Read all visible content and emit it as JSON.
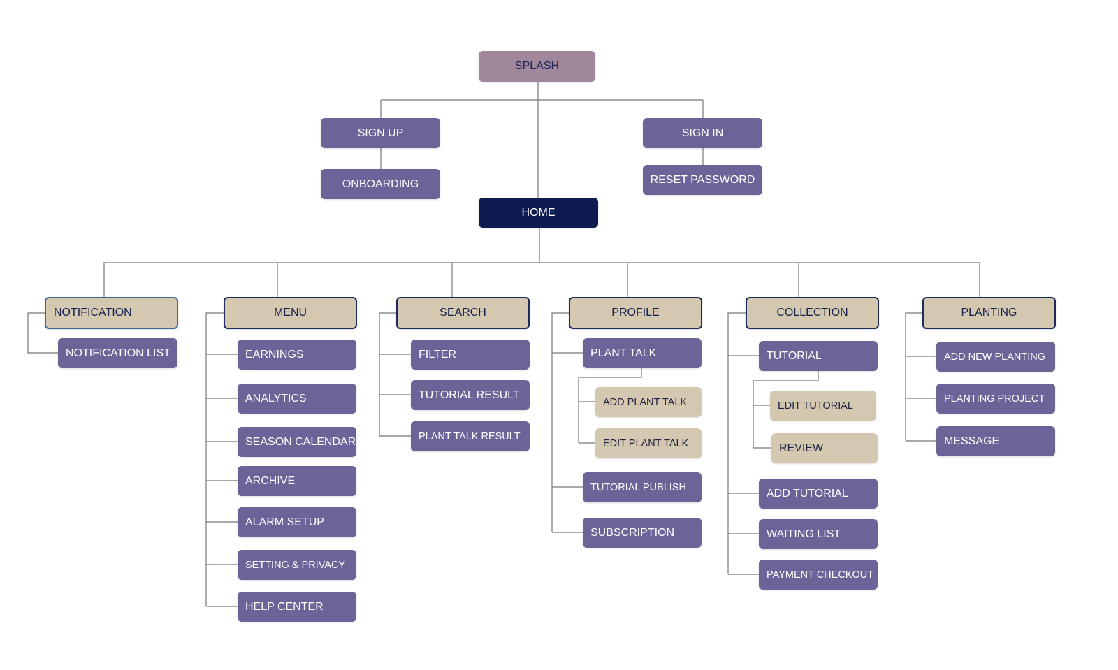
{
  "colors": {
    "splash": "#a1879c",
    "primary": "#6b6499",
    "home": "#0e1b51",
    "section": "#d4c8b0",
    "section_border": "#1d2c5e",
    "connector": "#777777"
  },
  "nodes": {
    "splash": "SPLASH",
    "sign_up": "SIGN UP",
    "onboarding": "ONBOARDING",
    "sign_in": "SIGN IN",
    "reset_password": "RESET PASSWORD",
    "home": "HOME",
    "notification": {
      "title": "NOTIFICATION",
      "items": [
        "NOTIFICATION LIST"
      ]
    },
    "menu": {
      "title": "MENU",
      "items": [
        "EARNINGS",
        "ANALYTICS",
        "SEASON CALENDAR",
        "ARCHIVE",
        "ALARM SETUP",
        "SETTING & PRIVACY",
        "HELP CENTER"
      ]
    },
    "search": {
      "title": "SEARCH",
      "items": [
        "FILTER",
        "TUTORIAL RESULT",
        "PLANT TALK RESULT"
      ]
    },
    "profile": {
      "title": "PROFILE",
      "plant_talk": "PLANT TALK",
      "plant_talk_children": [
        "ADD PLANT TALK",
        "EDIT PLANT TALK"
      ],
      "items": [
        "TUTORIAL PUBLISH",
        "SUBSCRIPTION"
      ]
    },
    "collection": {
      "title": "COLLECTION",
      "tutorial": "TUTORIAL",
      "tutorial_children": [
        "EDIT TUTORIAL",
        "REVIEW"
      ],
      "items": [
        "ADD TUTORIAL",
        "WAITING LIST",
        "PAYMENT CHECKOUT"
      ]
    },
    "planting": {
      "title": "PLANTING",
      "items": [
        "ADD NEW PLANTING",
        "PLANTING PROJECT",
        "MESSAGE"
      ]
    }
  }
}
